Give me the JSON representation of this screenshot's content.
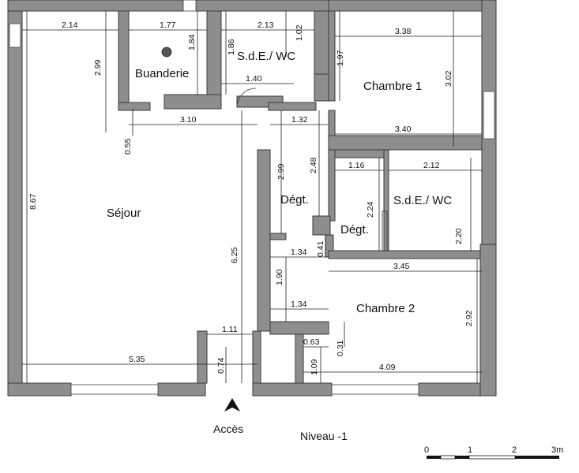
{
  "rooms": {
    "buanderie": "Buanderie",
    "sde_top": "S.d.E./ WC",
    "chambre1": "Chambre 1",
    "sejour": "Séjour",
    "degt1": "Dégt.",
    "degt2": "Dégt.",
    "sde_right": "S.d.E./ WC",
    "chambre2": "Chambre 2"
  },
  "dimensions": {
    "d_2_14": "2.14",
    "d_1_77": "1.77",
    "d_2_13": "2.13",
    "d_3_38": "3.38",
    "d_2_99_buand": "2.99",
    "d_1_84": "1.84",
    "d_1_86": "1.86",
    "d_1_02": "1.02",
    "d_1_97": "1.97",
    "d_3_02": "3.02",
    "d_1_40": "1.40",
    "d_3_10": "3.10",
    "d_1_32": "1.32",
    "d_3_40": "3.40",
    "d_0_55": "0.55",
    "d_8_67": "8.67",
    "d_2_99_degt": "2.99",
    "d_2_48": "2.48",
    "d_1_16": "1.16",
    "d_2_12": "2.12",
    "d_2_24": "2.24",
    "d_2_20": "2.20",
    "d_6_25": "6.25",
    "d_1_34_a": "1.34",
    "d_0_41": "0.41",
    "d_3_45": "3.45",
    "d_1_90": "1.90",
    "d_1_34_b": "1.34",
    "d_2_92": "2.92",
    "d_1_11": "1.11",
    "d_0_63": "0.63",
    "d_0_31": "0.31",
    "d_5_35": "5.35",
    "d_0_74": "0.74",
    "d_1_09": "1.09",
    "d_4_09": "4.09"
  },
  "labels": {
    "acces": "Accès",
    "niveau": "Niveau -1"
  },
  "scale": {
    "marks": [
      "0",
      "1",
      "2",
      "3m"
    ]
  },
  "colors": {
    "wall_fill": "#8e8e8e",
    "wall_stroke": "#3a3a3a",
    "background": "#ffffff"
  }
}
